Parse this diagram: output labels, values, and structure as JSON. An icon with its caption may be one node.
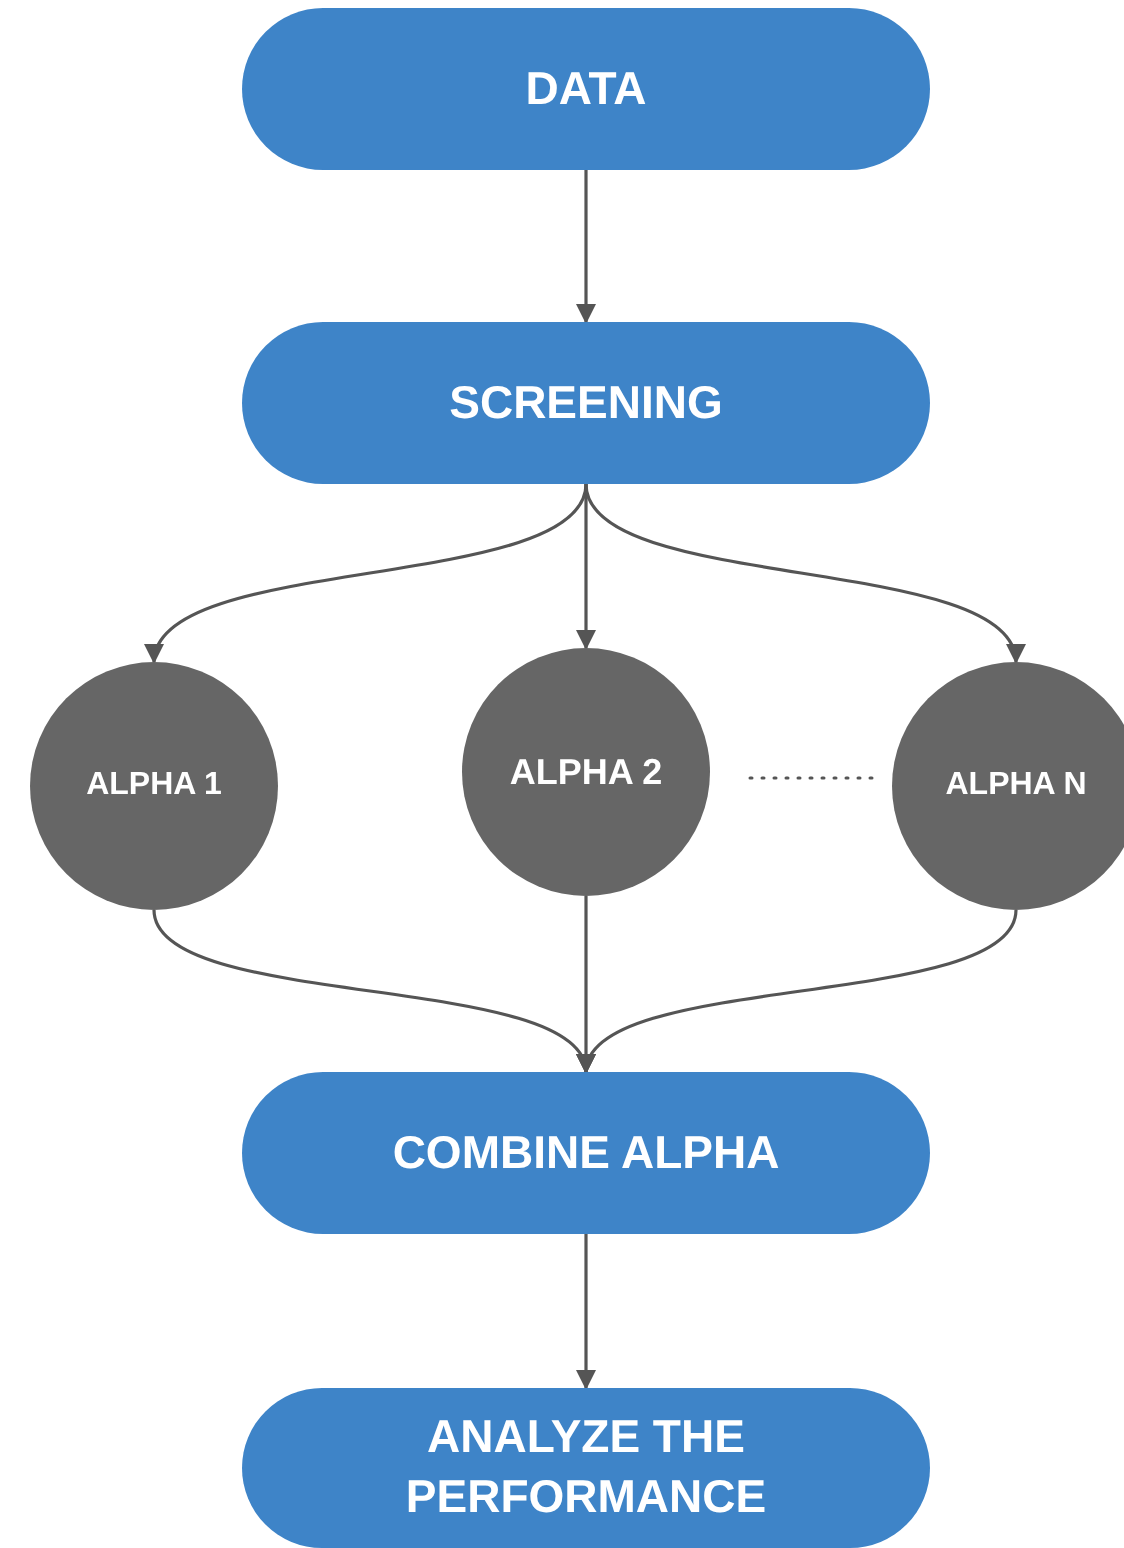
{
  "diagram": {
    "nodes": [
      {
        "text": [
          "DATA"
        ]
      },
      {
        "text": [
          "SCREENING"
        ]
      },
      {
        "text": [
          "ALPHA 1"
        ]
      },
      {
        "text": [
          "ALPHA 2"
        ]
      },
      {
        "text": [
          "ALPHA N"
        ]
      },
      {
        "text": [
          "COMBINE ALPHA"
        ]
      },
      {
        "text": [
          "ANALYZE THE PERFORMANCE"
        ]
      }
    ],
    "edges": [
      {
        "from": 0,
        "to": 1,
        "arrow": "to"
      },
      {
        "from": 1,
        "to": 2,
        "arrow": "to"
      },
      {
        "from": 1,
        "to": 3,
        "arrow": "to"
      },
      {
        "from": 1,
        "to": 4,
        "arrow": "to"
      },
      {
        "from": 3,
        "to": 4,
        "arrow": "none",
        "style": "dashed"
      },
      {
        "from": 2,
        "to": 5,
        "arrow": "to"
      },
      {
        "from": 3,
        "to": 5,
        "arrow": "to"
      },
      {
        "from": 4,
        "to": 5,
        "arrow": "to"
      },
      {
        "from": 5,
        "to": 6,
        "arrow": "to"
      }
    ]
  }
}
